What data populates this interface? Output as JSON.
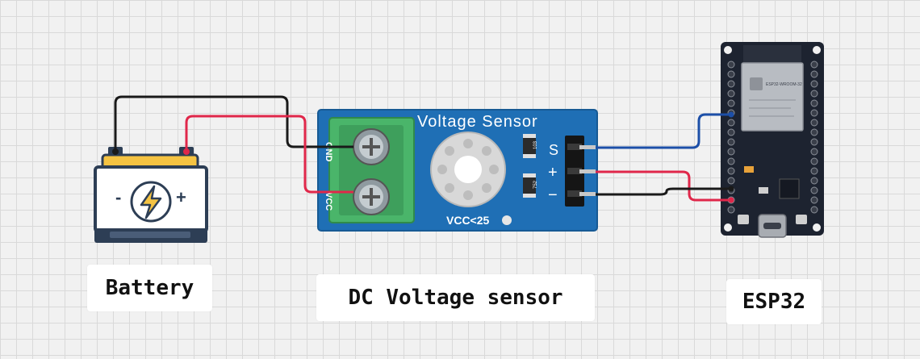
{
  "labels": {
    "battery": "Battery",
    "sensor": "DC Voltage sensor",
    "esp32": "ESP32"
  },
  "sensor_board": {
    "title": "Voltage Sensor",
    "rating": "VCC<25",
    "terminal_gnd": "GND",
    "terminal_vcc": "VCC",
    "pin_s": "S",
    "pin_plus": "+",
    "pin_minus": "−",
    "resistor_1": "103",
    "resistor_2": "752"
  },
  "battery": {
    "minus": "-",
    "plus": "+",
    "icon": "lightning-bolt-icon"
  },
  "esp32": {
    "module": "ESP32-WROOM-32",
    "icon": "wifi-module-icon"
  },
  "colors": {
    "wire_black": "#1a1a1a",
    "wire_red": "#e0274a",
    "wire_blue": "#1c4fa8",
    "sensor_pcb": "#1f6fb5",
    "terminal_green": "#4ab56a",
    "battery_top": "#f5c342",
    "battery_base": "#2d3e55",
    "esp_pcb": "#1d2330"
  }
}
